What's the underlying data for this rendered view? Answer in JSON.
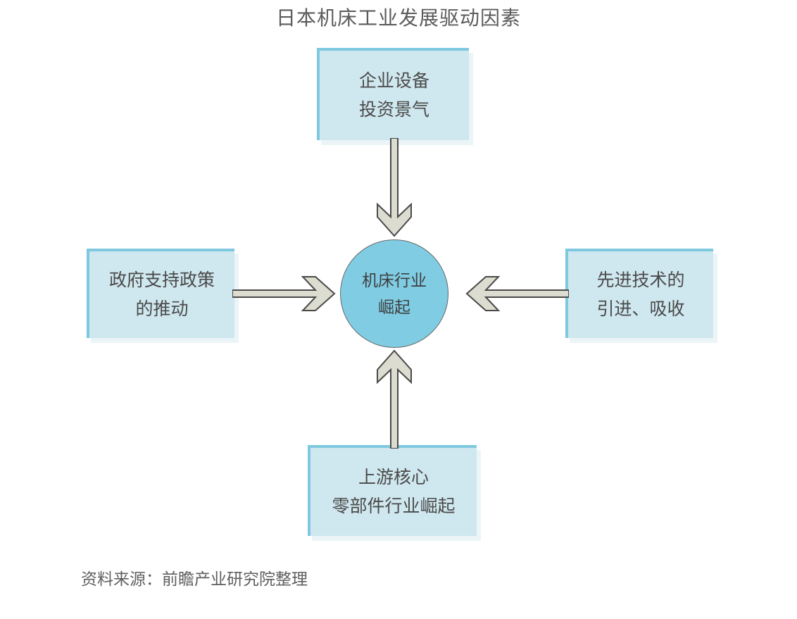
{
  "diagram": {
    "title": "日本机床工业发展驱动因素",
    "type": "hub-and-spoke",
    "source_note": "资料来源：前瞻产业研究院整理",
    "colors": {
      "box_fill": "#cfe7ee",
      "box_accent_border": "#7fc9e0",
      "circle_fill": "#7fcce3",
      "circle_stroke": "#6a6a6a",
      "arrow_fill": "#dcdcd0",
      "arrow_stroke": "#4a4a4a",
      "title_text": "#5b5b5b",
      "body_text": "#4a4a4a",
      "source_text": "#5f5f5f",
      "background": "#ffffff"
    },
    "center": {
      "name": "center-node",
      "lines": [
        "机床行业",
        "崛起"
      ],
      "text": "机床行业崛起",
      "shape": "circle"
    },
    "drivers": [
      {
        "id": "top",
        "position": "top",
        "lines": [
          "企业设备",
          "投资景气"
        ],
        "text": "企业设备投资景气",
        "arrow_direction": "down"
      },
      {
        "id": "left",
        "position": "left",
        "lines": [
          "政府支持政策",
          "的推动"
        ],
        "text": "政府支持政策的推动",
        "arrow_direction": "right"
      },
      {
        "id": "right",
        "position": "right",
        "lines": [
          "先进技术的",
          "引进、吸收"
        ],
        "text": "先进技术的引进、吸收",
        "arrow_direction": "left"
      },
      {
        "id": "bottom",
        "position": "bottom",
        "lines": [
          "上游核心",
          "零部件行业崛起"
        ],
        "text": "上游核心零部件行业崛起",
        "arrow_direction": "up"
      }
    ],
    "arrows": [
      {
        "name": "arrow-top-to-center",
        "from": "top",
        "to": "center",
        "direction": "down"
      },
      {
        "name": "arrow-left-to-center",
        "from": "left",
        "to": "center",
        "direction": "right"
      },
      {
        "name": "arrow-right-to-center",
        "from": "right",
        "to": "center",
        "direction": "left"
      },
      {
        "name": "arrow-bottom-to-center",
        "from": "bottom",
        "to": "center",
        "direction": "up"
      }
    ]
  }
}
